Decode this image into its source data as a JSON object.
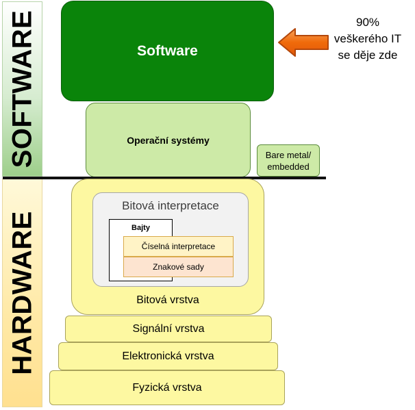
{
  "bands": {
    "software": "SOFTWARE",
    "hardware": "HARDWARE"
  },
  "blocks": {
    "software": "Software",
    "os": "Operační systémy",
    "bare_metal": [
      "Bare metal/",
      "embedded"
    ],
    "bit_layer": "Bitová vrstva",
    "bit_interpretation": "Bitová interpretace",
    "bytes": "Bajty",
    "numeric_interpretation": "Číselná interpretace",
    "character_sets": "Znakové sady",
    "signal_layer": "Signální vrstva",
    "electronic_layer": "Elektronická vrstva",
    "physical_layer": "Fyzická vrstva"
  },
  "annotation": {
    "lines": [
      "90%",
      "veškerého IT",
      "se děje zde"
    ]
  },
  "colors": {
    "software_dark_green": "#0a840a",
    "os_light_green": "#cdeaa7",
    "hardware_yellow": "#fdf8a1",
    "arrow_orange": "#f06a0a"
  }
}
